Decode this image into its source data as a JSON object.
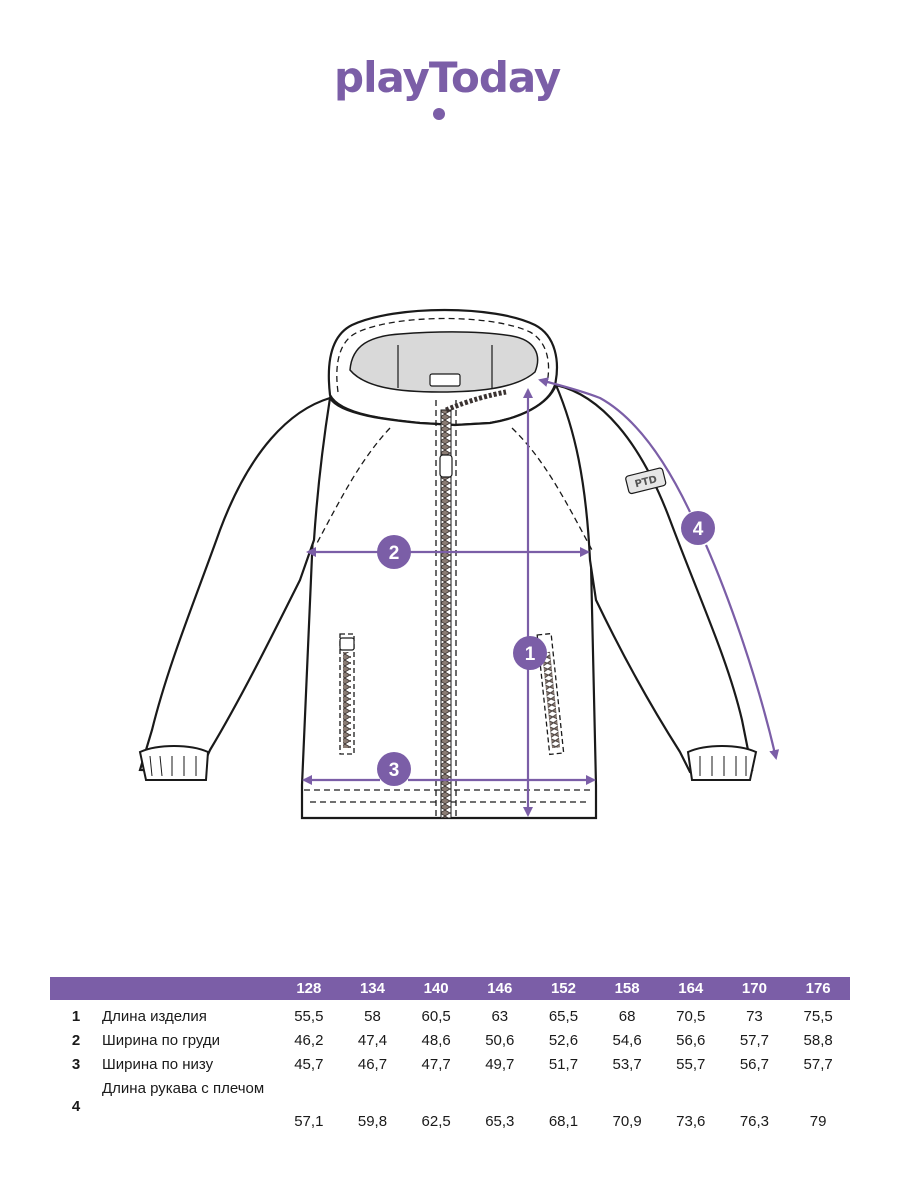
{
  "brand": {
    "name": "playToday",
    "color": "#7b5ea7"
  },
  "markers": [
    {
      "id": "1",
      "label": "1"
    },
    {
      "id": "2",
      "label": "2"
    },
    {
      "id": "3",
      "label": "3"
    },
    {
      "id": "4",
      "label": "4"
    }
  ],
  "sleeve_patch": {
    "text": "PTD"
  },
  "size_table": {
    "sizes": [
      "128",
      "134",
      "140",
      "146",
      "152",
      "158",
      "164",
      "170",
      "176"
    ],
    "rows": [
      {
        "num": "1",
        "label": "Длина изделия",
        "values": [
          "55,5",
          "58",
          "60,5",
          "63",
          "65,5",
          "68",
          "70,5",
          "73",
          "75,5"
        ]
      },
      {
        "num": "2",
        "label": "Ширина по груди",
        "values": [
          "46,2",
          "47,4",
          "48,6",
          "50,6",
          "52,6",
          "54,6",
          "56,6",
          "57,7",
          "58,8"
        ]
      },
      {
        "num": "3",
        "label": "Ширина по низу",
        "values": [
          "45,7",
          "46,7",
          "47,7",
          "49,7",
          "51,7",
          "53,7",
          "55,7",
          "56,7",
          "57,7"
        ]
      },
      {
        "num": "4",
        "label": "Длина рукава с плечом",
        "values": [
          "57,1",
          "59,8",
          "62,5",
          "65,3",
          "68,1",
          "70,9",
          "73,6",
          "76,3",
          "79"
        ]
      }
    ]
  }
}
